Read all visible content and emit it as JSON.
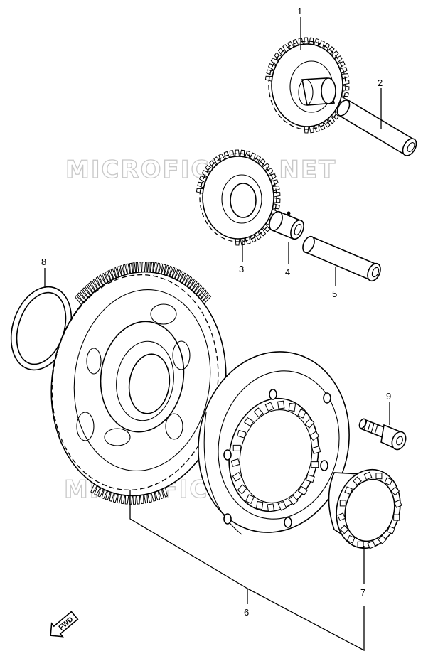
{
  "diagram": {
    "watermark": "MICROFICHES.NET",
    "fwd_label": "FWD",
    "callouts": [
      {
        "number": "1"
      },
      {
        "number": "2"
      },
      {
        "number": "3"
      },
      {
        "number": "4"
      },
      {
        "number": "5"
      },
      {
        "number": "6"
      },
      {
        "number": "7"
      },
      {
        "number": "8"
      },
      {
        "number": "9"
      }
    ]
  }
}
